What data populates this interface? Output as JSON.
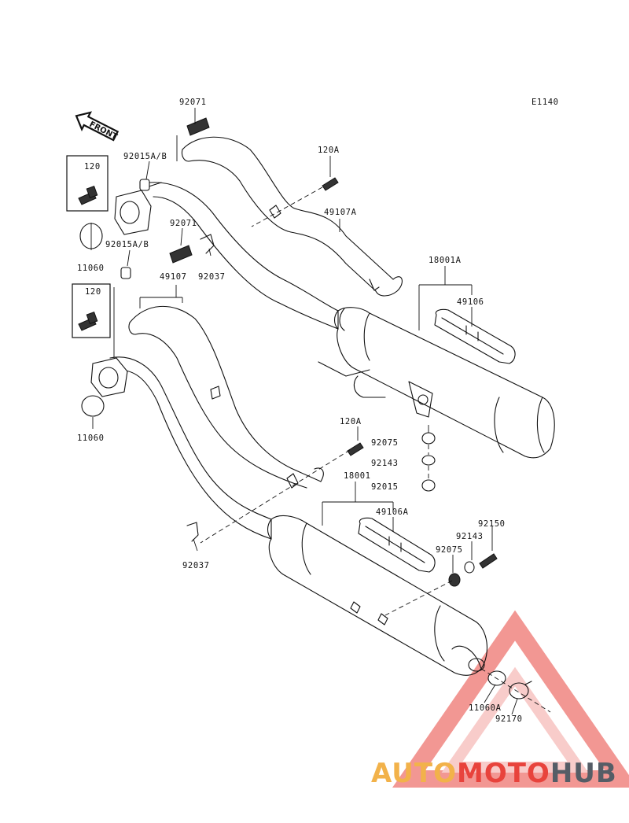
{
  "diagram": {
    "code": "E1140",
    "front_label": "FRONT",
    "labels": {
      "l92071_top": "92071",
      "l92015ab_top": "92015A/B",
      "l120_top": "120",
      "l11060_top": "11060",
      "l92015ab_mid": "92015A/B",
      "l92071_mid": "92071",
      "l92037_top": "92037",
      "l49107": "49107",
      "l120_mid": "120",
      "l11060_bot": "11060",
      "l120a_top": "120A",
      "l49107a": "49107A",
      "l18001a": "18001A",
      "l49106": "49106",
      "l120a_mid": "120A",
      "l92075_top": "92075",
      "l92143_top": "92143",
      "l18001": "18001",
      "l92015_right": "92015",
      "l49106a": "49106A",
      "l92037_bot": "92037",
      "l92150": "92150",
      "l92143_bot": "92143",
      "l92075_bot": "92075",
      "l11060a": "11060A",
      "l92170": "92170"
    }
  },
  "watermark": {
    "part1": "AUTO",
    "part2": "MOTO",
    "part3": "HUB",
    "colors": {
      "auto": "#f2b24a",
      "moto": "#e8433c",
      "hub": "#555d66"
    }
  }
}
